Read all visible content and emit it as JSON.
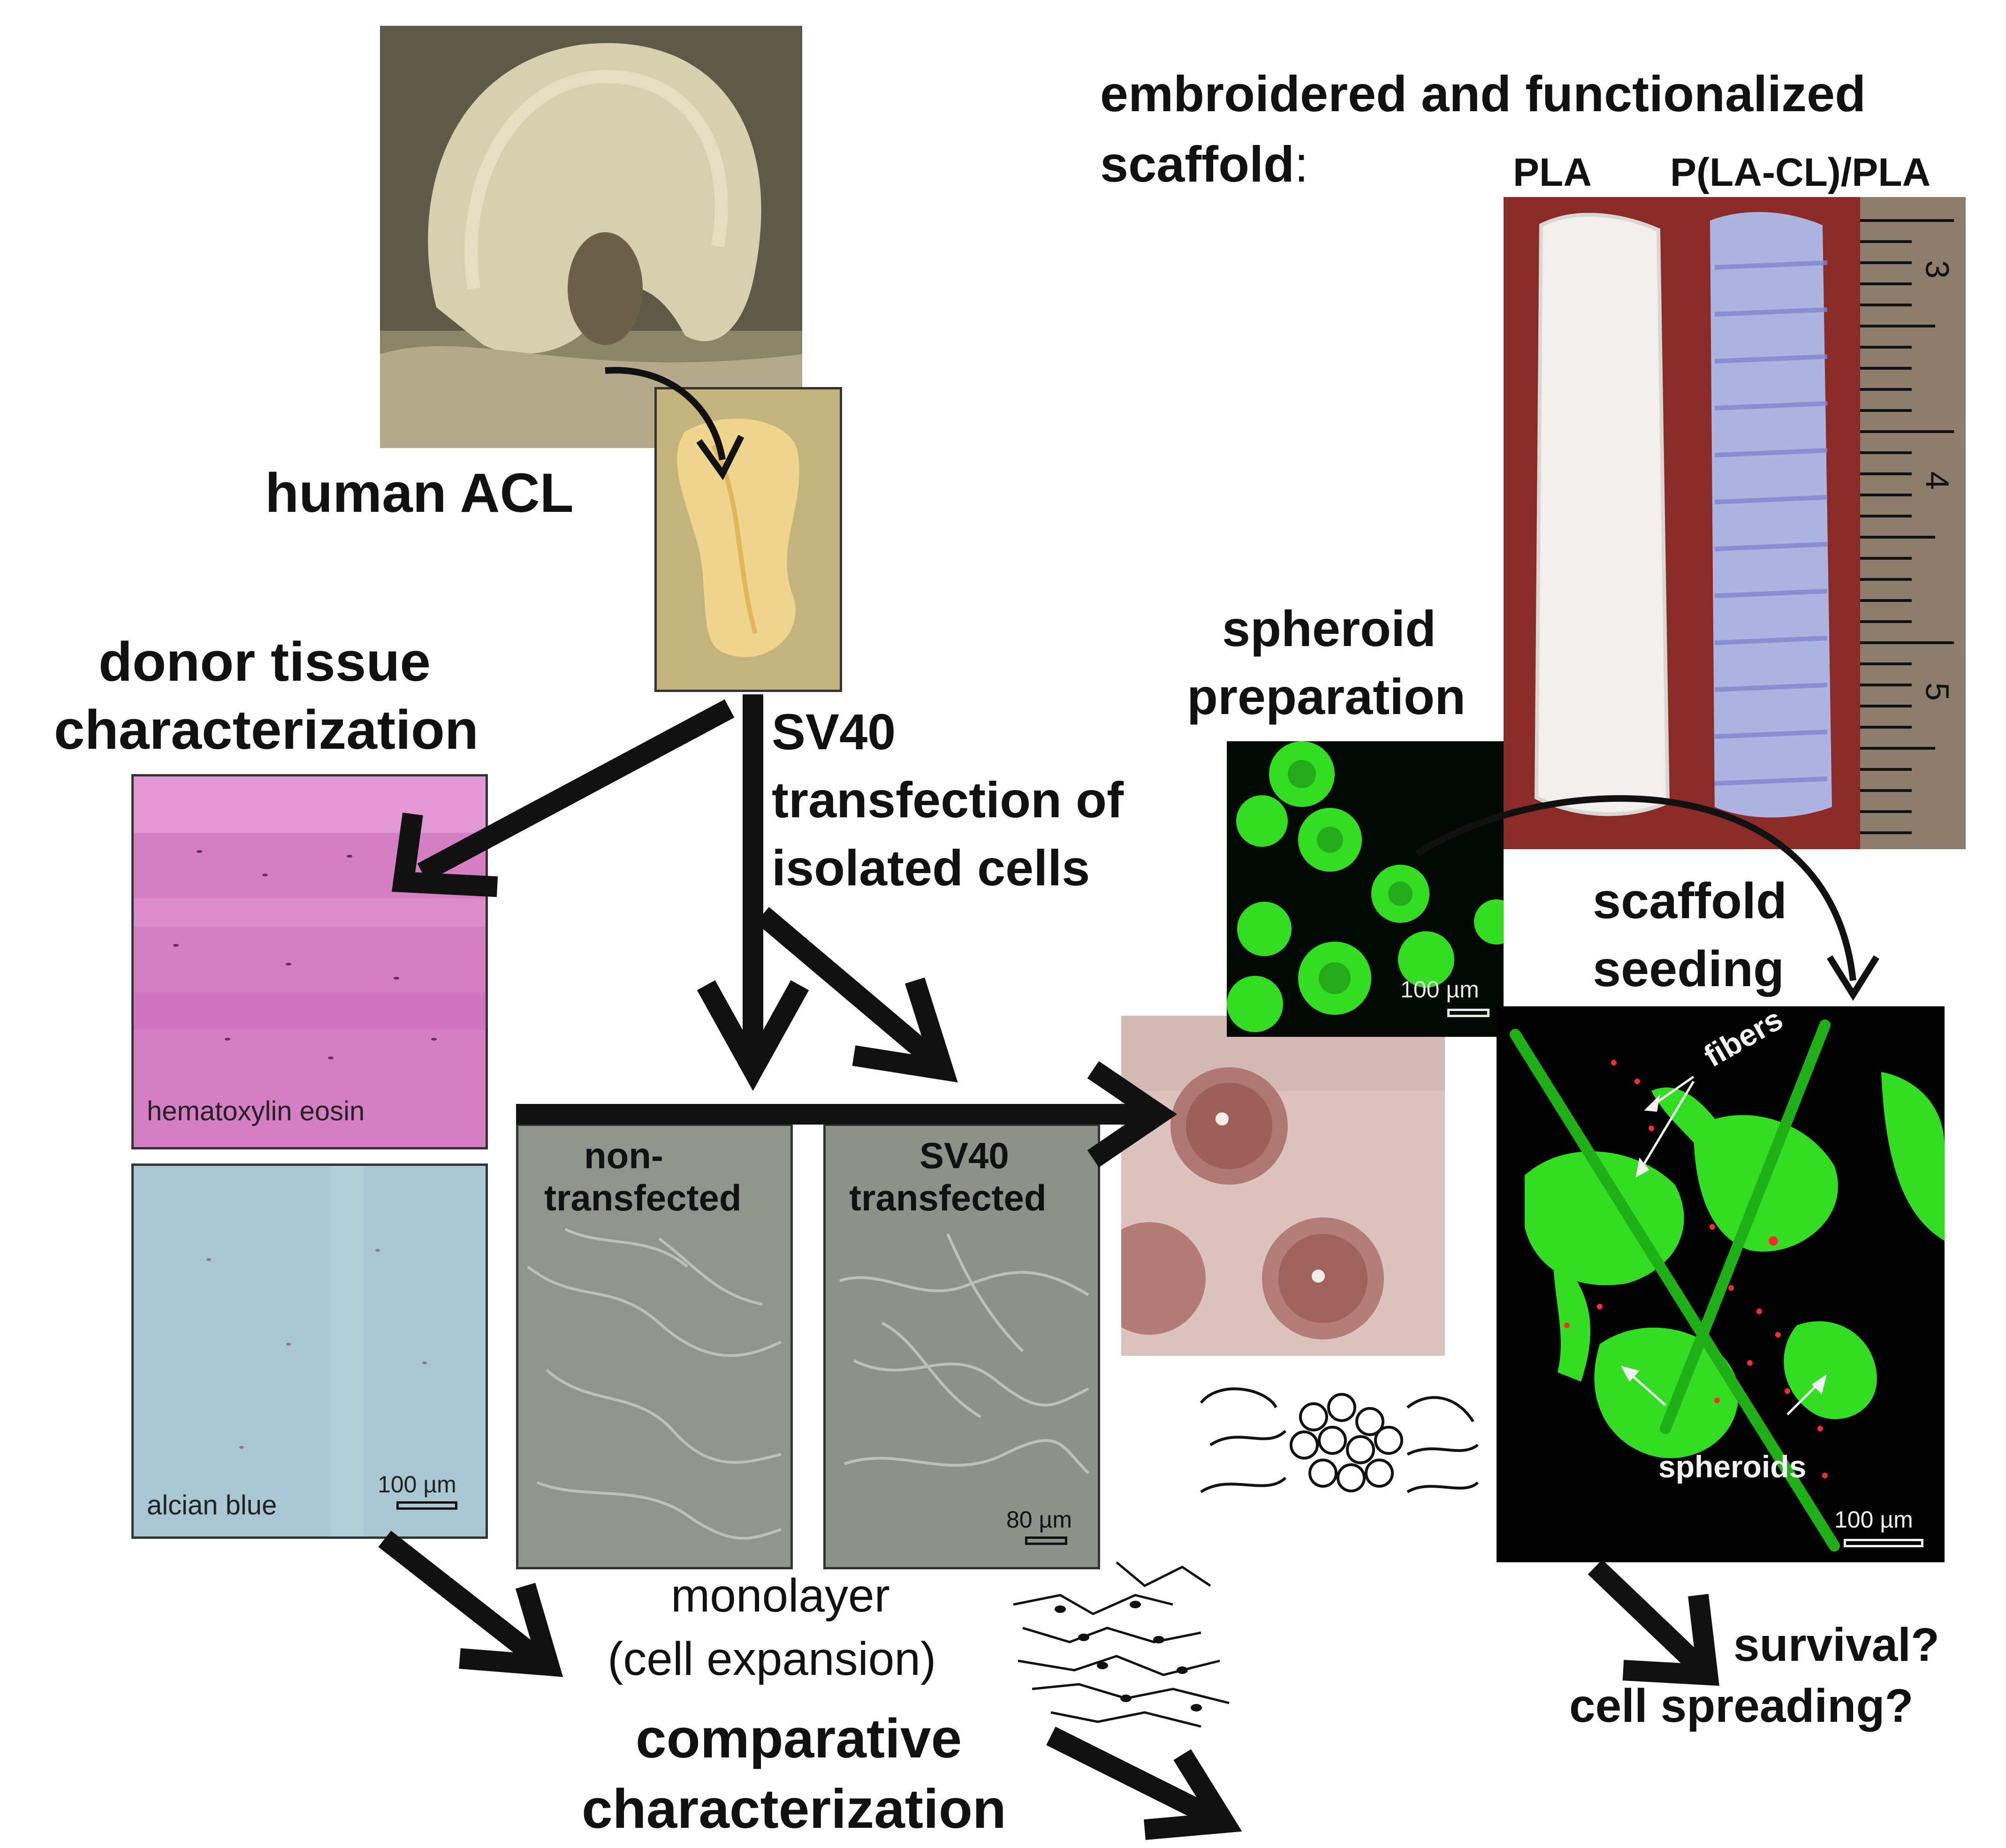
{
  "labels": {
    "human_acl": "human ACL",
    "donor_line1": "donor tissue",
    "donor_line2": "characterization",
    "sv40_line1": "SV40",
    "sv40_line2": "transfection of",
    "sv40_line3": "isolated cells",
    "scaffold_line1": "embroidered and functionalized",
    "scaffold_line2": "scaffold",
    "scaffold_colon": ":",
    "pla": "PLA",
    "plalacl": "P(LA-CL)/PLA",
    "spheroid_line1": "spheroid",
    "spheroid_line2": "preparation",
    "seeding_line1": "scaffold",
    "seeding_line2": "seeding",
    "nontrans_line1": "non-",
    "nontrans_line2": "transfected",
    "sv40t_line1": "SV40",
    "sv40t_line2": "transfected",
    "monolayer_line1": "monolayer",
    "monolayer_line2": "(cell expansion)",
    "comparative_line1": "comparative",
    "comparative_line2": "characterization",
    "survival_line1": "survival?",
    "survival_line2": "cell spreading?",
    "fibers": "fibers",
    "spheroids": "spheroids"
  },
  "captions": {
    "he": "hematoxylin eosin",
    "alcian": "alcian blue",
    "scale_100": "100 µm",
    "scale_80": "80 µm"
  },
  "ruler": {
    "n3": "3",
    "n4": "4",
    "n5": "5"
  },
  "colors": {
    "he_stain": "#d67ec4",
    "alcian": "#a9c7d3",
    "fluor_green": "#33dd22",
    "scaffold_bg": "#8a2b27",
    "knee": "#cfc7a4",
    "acl": "#e3c070"
  }
}
